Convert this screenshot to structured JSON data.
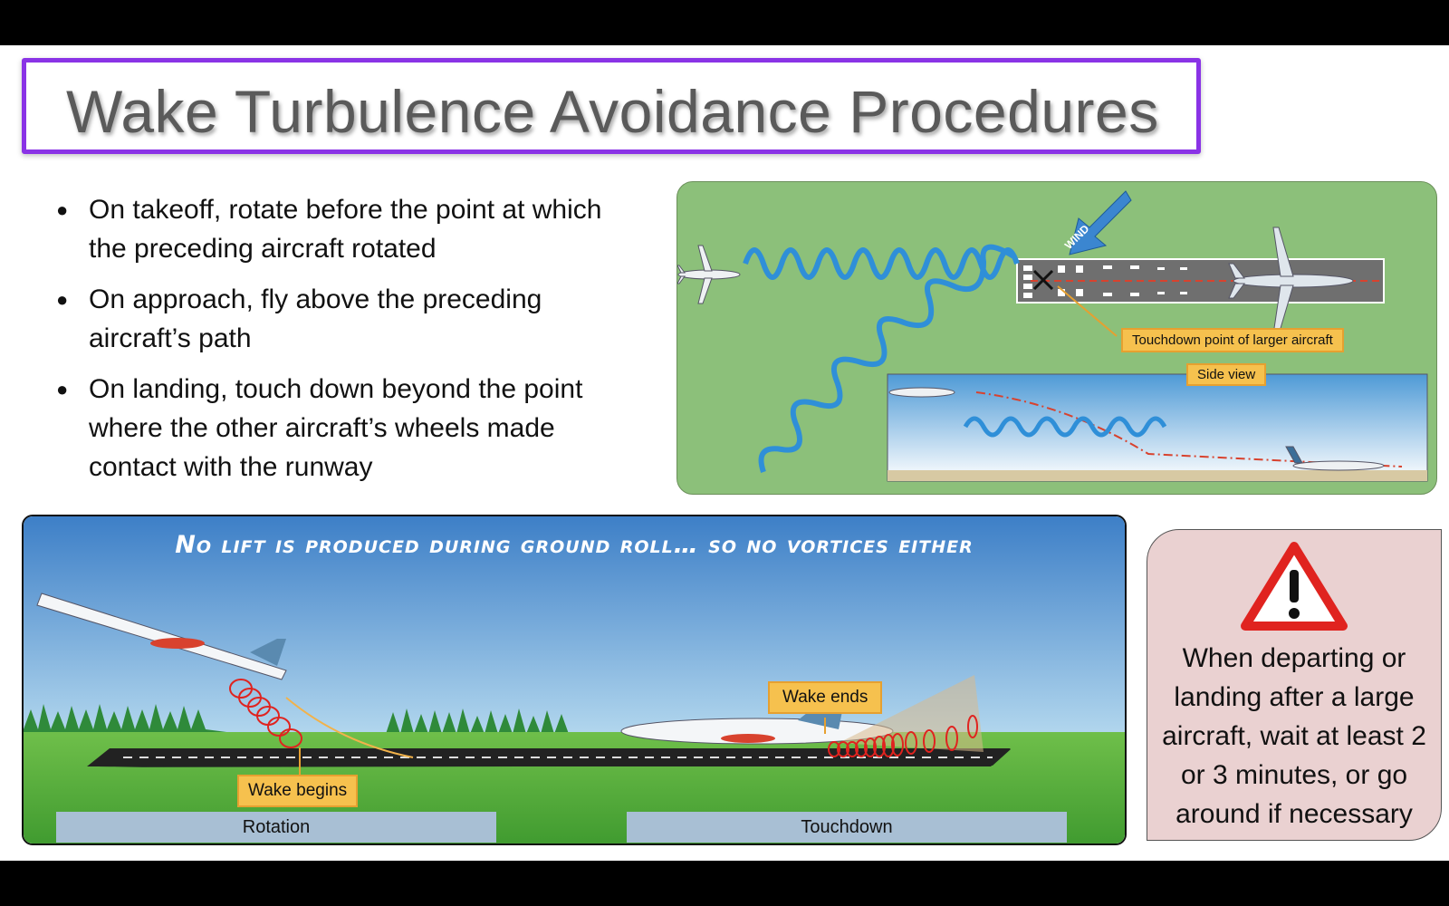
{
  "slide": {
    "title": "Wake Turbulence Avoidance Procedures",
    "bullets": [
      "On takeoff, rotate before the point at which the preceding aircraft rotated",
      "On approach, fly above the preceding aircraft’s path",
      "On landing, touch down beyond the point where the other aircraft’s wheels made contact with the runway"
    ]
  },
  "runway_diagram": {
    "wind_label": "WIND",
    "touchdown_label": "Touchdown point of larger aircraft",
    "side_view_label": "Side view"
  },
  "ground_roll": {
    "caption": "No lift is produced during ground roll… so no vortices either",
    "wake_begins": "Wake begins",
    "wake_ends": "Wake ends",
    "phase_left": "Rotation",
    "phase_right": "Touchdown"
  },
  "warning": {
    "icon": "warning-triangle-icon",
    "text": "When departing or landing after a large aircraft, wait at least 2 or 3 minutes, or go around if necessary"
  },
  "colors": {
    "title_border": "#8a33e6",
    "diagram_grass": "#8cc07a",
    "label_orange": "#f6c14e",
    "warning_bg": "#ead1d1",
    "warning_red": "#e0231f"
  }
}
